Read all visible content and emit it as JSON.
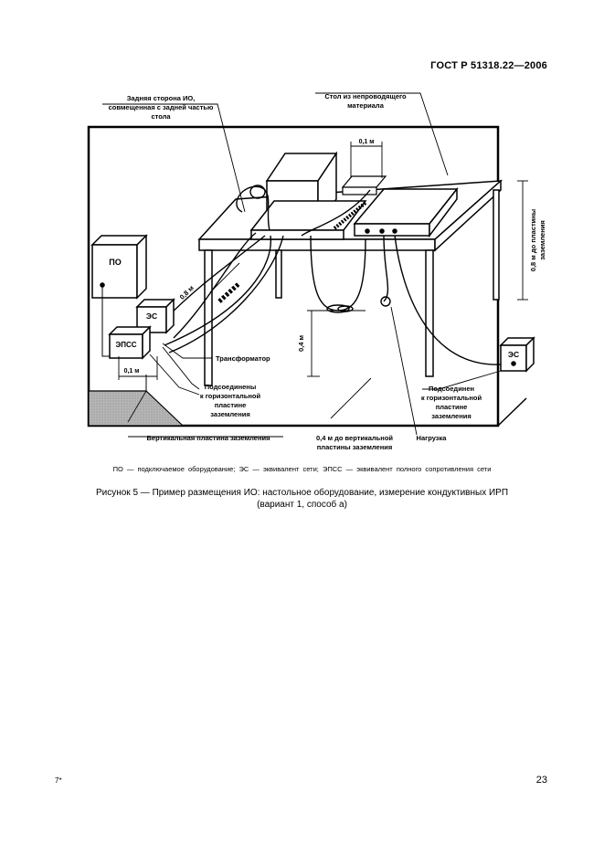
{
  "header": {
    "standard": "ГОСТ Р 51318.22—2006"
  },
  "figure": {
    "labels": {
      "rear_side_line1": "Задняя сторона ИО,",
      "rear_side_line2": "совмещенная с задней частью",
      "rear_side_line3": "стола",
      "table_line1": "Стол из непроводящего",
      "table_line2": "материала",
      "dim_01_top": "0,1 м",
      "dim_08_line1": "0,8 м до пластины",
      "dim_08_line2": "заземления",
      "po": "ПО",
      "es_left": "ЭС",
      "epss": "ЭПСС",
      "es_right": "ЭС",
      "dim_08_cable": "0,8 м",
      "dim_04_vertical": "0,4 м",
      "dim_01_bottom": "0,1 м",
      "transformer": "Трансформатор",
      "bonded_left_line1": "Подсоединены",
      "bonded_left_line2": "к горизонтальной",
      "bonded_left_line3": "пластине",
      "bonded_left_line4": "заземления",
      "bonded_right_line1": "Подсоединен",
      "bonded_right_line2": "к горизонтальной",
      "bonded_right_line3": "пластине",
      "bonded_right_line4": "заземления",
      "vertical_plate": "Вертикальная пластина заземления",
      "dim_04_bottom_line1": "0,4 м до вертикальной",
      "dim_04_bottom_line2": "пластины заземления",
      "load": "Нагрузка"
    }
  },
  "legend": "ПО — подключаемое оборудование; ЭС — эквивалент сети; ЭПСС — эквивалент полного сопротивления сети",
  "caption": {
    "line1": "Рисунок 5 — Пример размещения ИО: настольное оборудование, измерение кондуктивных ИРП",
    "line2": "(вариант 1, способ  а)"
  },
  "footer": {
    "left": "7*",
    "right": "23"
  }
}
